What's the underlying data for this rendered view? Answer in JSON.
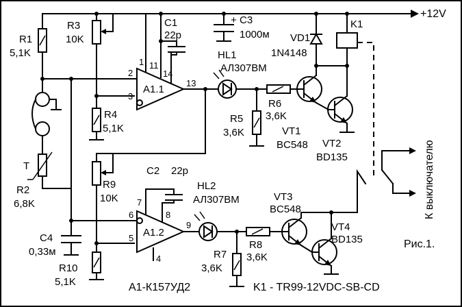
{
  "supply": {
    "label": "+12V"
  },
  "figure": {
    "label": "Рис.1."
  },
  "footnote": {
    "opamp_type": "A1-К157УД2",
    "relay_type": "K1 - TR99-12VDC-SB-CD"
  },
  "output_label": "К выключателю",
  "components": {
    "R1": {
      "ref": "R1",
      "value": "5,1K"
    },
    "R2": {
      "ref": "R2",
      "value": "6,8K"
    },
    "R3": {
      "ref": "R3",
      "value": "10K"
    },
    "R4": {
      "ref": "R4",
      "value": "5,1K"
    },
    "R5": {
      "ref": "R5",
      "value": "3,6K"
    },
    "R6": {
      "ref": "R6",
      "value": "3,6K"
    },
    "R7": {
      "ref": "R7",
      "value": "3,6K"
    },
    "R8": {
      "ref": "R8",
      "value": "3,6K"
    },
    "R9": {
      "ref": "R9",
      "value": "10K"
    },
    "R10": {
      "ref": "R10",
      "value": "5,1K"
    },
    "C1": {
      "ref": "C1",
      "value": "22p"
    },
    "C2": {
      "ref": "C2",
      "value": "22p"
    },
    "C3": {
      "ref": "C3",
      "value": "1000м"
    },
    "C4": {
      "ref": "C4",
      "value": "0,33м"
    },
    "HL1": {
      "ref": "HL1",
      "value": "АЛ307ВМ"
    },
    "HL2": {
      "ref": "HL2",
      "value": "АЛ307ВМ"
    },
    "VD1": {
      "ref": "VD1",
      "value": "1N4148"
    },
    "VT1": {
      "ref": "VT1",
      "value": "BC548"
    },
    "VT2": {
      "ref": "VT2",
      "value": "BD135"
    },
    "VT3": {
      "ref": "VT3",
      "value": "BC548"
    },
    "VT4": {
      "ref": "VT4",
      "value": "BD135"
    },
    "K1": {
      "ref": "K1"
    },
    "A11": {
      "ref": "A1.1",
      "pins": [
        "1",
        "11",
        "14",
        "2",
        "3",
        "13"
      ]
    },
    "A12": {
      "ref": "A1.2",
      "pins": [
        "7",
        "8",
        "6",
        "5",
        "9",
        "4"
      ]
    },
    "T": {
      "ref": "T"
    },
    "C3_polarity": "+"
  }
}
